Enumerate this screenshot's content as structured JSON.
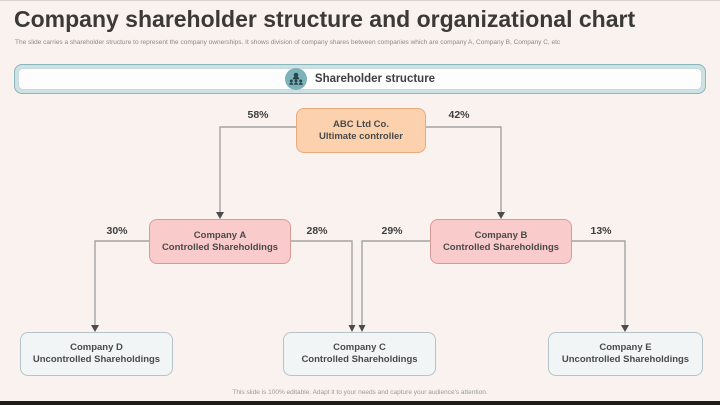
{
  "page": {
    "title": "Company shareholder structure and organizational chart",
    "subtitle": "The slide carries a shareholder structure to represent the company ownerships. It shows division of company shares between companies which are company A, Company B, Company C, etc",
    "footer": "This slide is 100% editable. Adapt it to your needs and capture your audience's attention."
  },
  "banner": {
    "label": "Shareholder structure",
    "icon": "shareholders-group-icon"
  },
  "chart_data": {
    "type": "org-chart",
    "nodes": {
      "abc": {
        "title": "ABC Ltd Co.",
        "subtitle": "Ultimate controller"
      },
      "companyA": {
        "title": "Company A",
        "subtitle": "Controlled Shareholdings"
      },
      "companyB": {
        "title": "Company B",
        "subtitle": "Controlled Shareholdings"
      },
      "companyC": {
        "title": "Company C",
        "subtitle": "Controlled Shareholdings"
      },
      "companyD": {
        "title": "Company D",
        "subtitle": "Uncontrolled Shareholdings"
      },
      "companyE": {
        "title": "Company E",
        "subtitle": "Uncontrolled Shareholdings"
      }
    },
    "edges": [
      {
        "from": "abc",
        "to": "companyA",
        "percent": "58%"
      },
      {
        "from": "abc",
        "to": "companyB",
        "percent": "42%"
      },
      {
        "from": "companyA",
        "to": "companyD",
        "percent": "30%"
      },
      {
        "from": "companyA",
        "to": "companyC",
        "percent": "28%"
      },
      {
        "from": "companyB",
        "to": "companyC",
        "percent": "29%"
      },
      {
        "from": "companyB",
        "to": "companyE",
        "percent": "13%"
      }
    ]
  },
  "colors": {
    "slide_bg": "#f9f2ef",
    "accent_teal_band": "#cde2e4",
    "accent_teal_icon": "#7fb2b8",
    "node_root_fill": "#fbd1ae",
    "node_controlled_fill": "#f9cccb",
    "node_uncontrolled_fill": "#f1f5f6",
    "connector_gray": "#a3a3a3"
  }
}
